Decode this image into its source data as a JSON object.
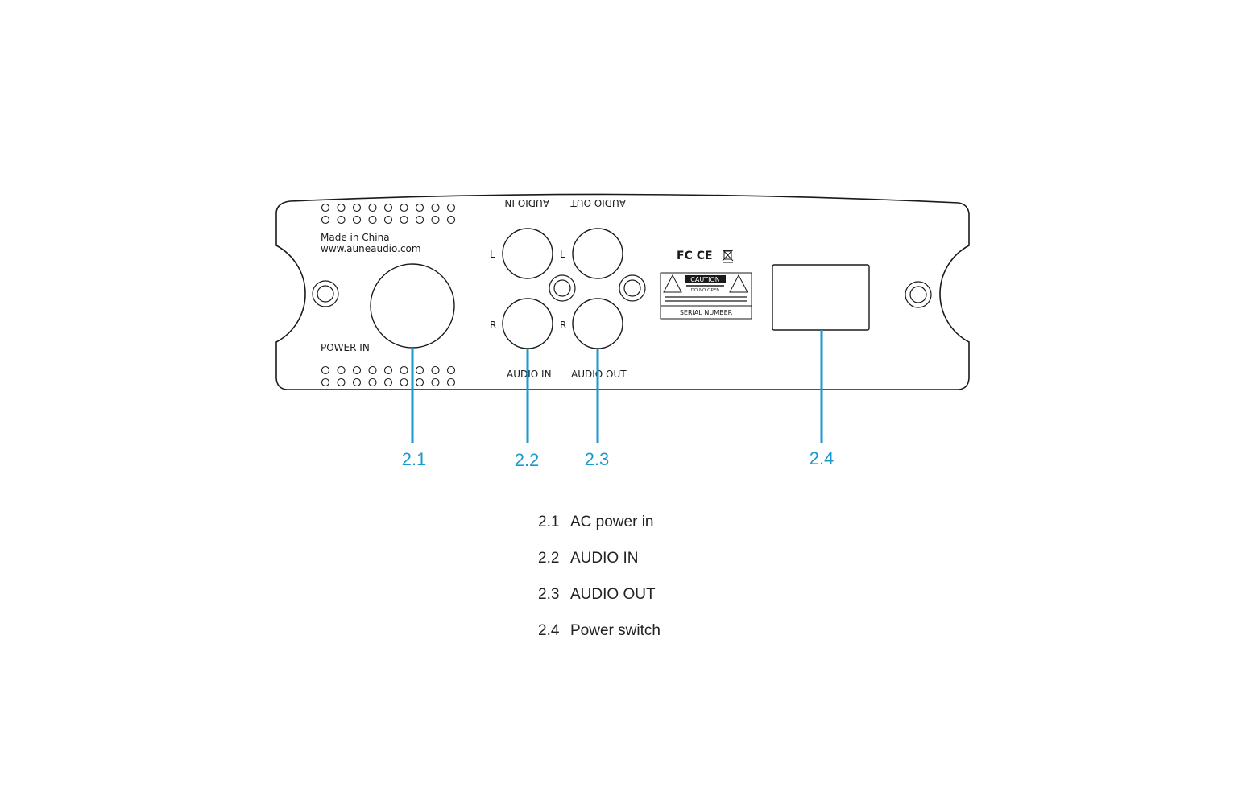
{
  "panel": {
    "made_in": "Made in China",
    "website": "www.auneaudio.com",
    "power_in_label": "POWER IN",
    "audio_in_label": "AUDIO IN",
    "audio_out_label": "AUDIO OUT",
    "channel_left": "L",
    "channel_right": "R",
    "cert_marks": "FC  CE",
    "caution_title": "CAUTION",
    "caution_sub": "DO NO OPEN",
    "serial_label": "SERIAL NUMBER"
  },
  "callouts": [
    {
      "id": "2.1",
      "label": "AC power in"
    },
    {
      "id": "2.2",
      "label": "AUDIO IN"
    },
    {
      "id": "2.3",
      "label": "AUDIO OUT"
    },
    {
      "id": "2.4",
      "label": "Power switch"
    }
  ],
  "colors": {
    "callout": "#1a9ad0",
    "line": "#1a1a1a"
  }
}
